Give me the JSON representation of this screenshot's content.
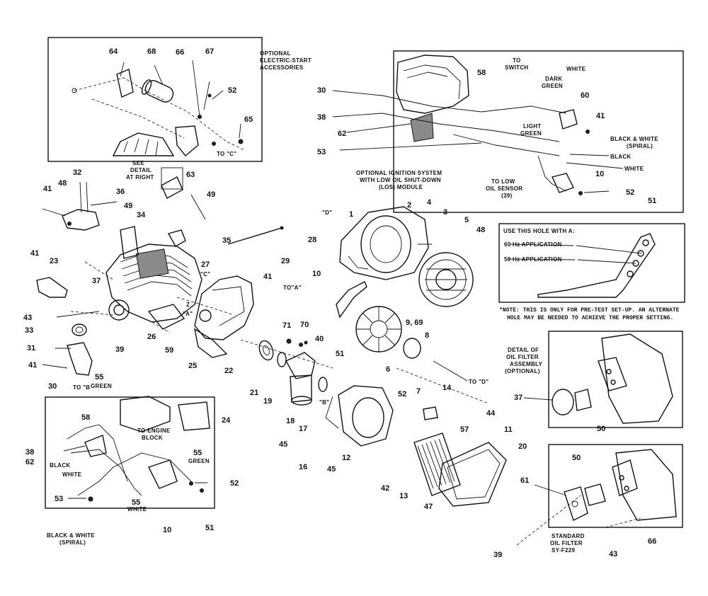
{
  "captions": {
    "electric_start": [
      "OPTIONAL",
      "ELECTRIC-START",
      "ACCESSORIES"
    ],
    "see_detail": [
      "SEE",
      "DETAIL",
      "AT RIGHT"
    ],
    "ignition": [
      "OPTIONAL IGNITION SYSTEM",
      "WITH LOW OIL SHUT-DOWN",
      "(LOS) MODULE"
    ],
    "to_switch": [
      "TO",
      "SWITCH"
    ],
    "dark_green": [
      "DARK",
      "GREEN"
    ],
    "white_top": "WHITE",
    "light_green": [
      "LIGHT",
      "GREEN"
    ],
    "bw_spiral_top": [
      "BLACK & WHITE",
      "(SPIRAL)"
    ],
    "black_right": "BLACK",
    "white_right": "WHITE",
    "to_low_oil": [
      "TO LOW",
      "OIL SENSOR",
      "(39)"
    ],
    "use_hole": "USE THIS HOLE WITH A:",
    "hz60": "60 Hz APPLICATION",
    "hz50": "50 Hz APPLICATION",
    "note": [
      "*NOTE: THIS IS ONLY FOR PRE-TEST SET-UP. AN ALTERNATE",
      "HOLE MAY BE NEEDED TO ACHIEVE THE PROPER SETTING."
    ],
    "detail_oil": [
      "DETAIL OF",
      "OIL FILTER",
      "ASSEMBLY",
      "(OPTIONAL)"
    ],
    "standard_oil": [
      "STANDARD",
      "OIL FILTER",
      "SY-F229"
    ],
    "to_engine_block": [
      "TO ENGINE",
      "BLOCK"
    ],
    "green_55a": [
      "55",
      "GREEN"
    ],
    "green_55b": [
      "55",
      "GREEN"
    ],
    "black_lower": "BLACK",
    "white_lower": "WHITE",
    "white_55": [
      "55",
      "WHITE"
    ],
    "bw_spiral_lower": [
      "BLACK & WHITE",
      "(SPIRAL)"
    ],
    "to_c_top": "TO \"C\"",
    "to_c": "\"C\"",
    "to_a": "\"A\"",
    "to_a2": "TO\"A\"",
    "to_b": "TO \"B",
    "to_d": "TO \"D\"",
    "d_mark": "\"D\"",
    "b_mark": "\"B\"",
    "z_mark": "Z"
  },
  "part_numbers": {
    "p64": "64",
    "p68": "68",
    "p66": "66",
    "p67": "67",
    "p52a": "52",
    "p65": "65",
    "p63": "63",
    "p32": "32",
    "p48": "48",
    "p41a": "41",
    "p49a": "49",
    "p34": "34",
    "p36": "36",
    "p49b": "49",
    "p35": "35",
    "p41b": "41",
    "p23": "23",
    "p27": "27",
    "p28": "28",
    "p29": "29",
    "p41c": "41",
    "p37": "37",
    "p43a": "43",
    "p33": "33",
    "p39a": "39",
    "p26": "26",
    "p59": "59",
    "p25": "25",
    "p31": "31",
    "p41d": "41",
    "p22": "22",
    "p71": "71",
    "p70": "70",
    "p40": "40",
    "p21": "21",
    "p19": "19",
    "p18": "18",
    "p17": "17",
    "p16": "16",
    "p45a": "45",
    "p45b": "45",
    "p12": "12",
    "p1": "1",
    "p2": "2",
    "p4": "4",
    "p3": "3",
    "p5": "5",
    "p48b": "48",
    "p10a": "10",
    "p51a": "51",
    "p969": "9, 69",
    "p8": "8",
    "p6": "6",
    "p7": "7",
    "p14": "14",
    "p44": "44",
    "p52b": "52",
    "p57": "57",
    "p11": "11",
    "p20": "20",
    "p42": "42",
    "p13": "13",
    "p47": "47",
    "p30a": "30",
    "p58a": "58",
    "p38a": "38",
    "p62a": "62",
    "p53a": "53",
    "p60": "60",
    "p41e": "41",
    "p10b": "10",
    "p52c": "52",
    "p51b": "51",
    "p37b": "37",
    "p50a": "50",
    "p50b": "50",
    "p61": "61",
    "p39b": "39",
    "p43b": "43",
    "p66b": "66",
    "p30b": "30",
    "p58b": "58",
    "p24": "24",
    "p38b": "38",
    "p62b": "62",
    "p53b": "53",
    "p52d": "52",
    "p51c": "51",
    "p10c": "10"
  }
}
